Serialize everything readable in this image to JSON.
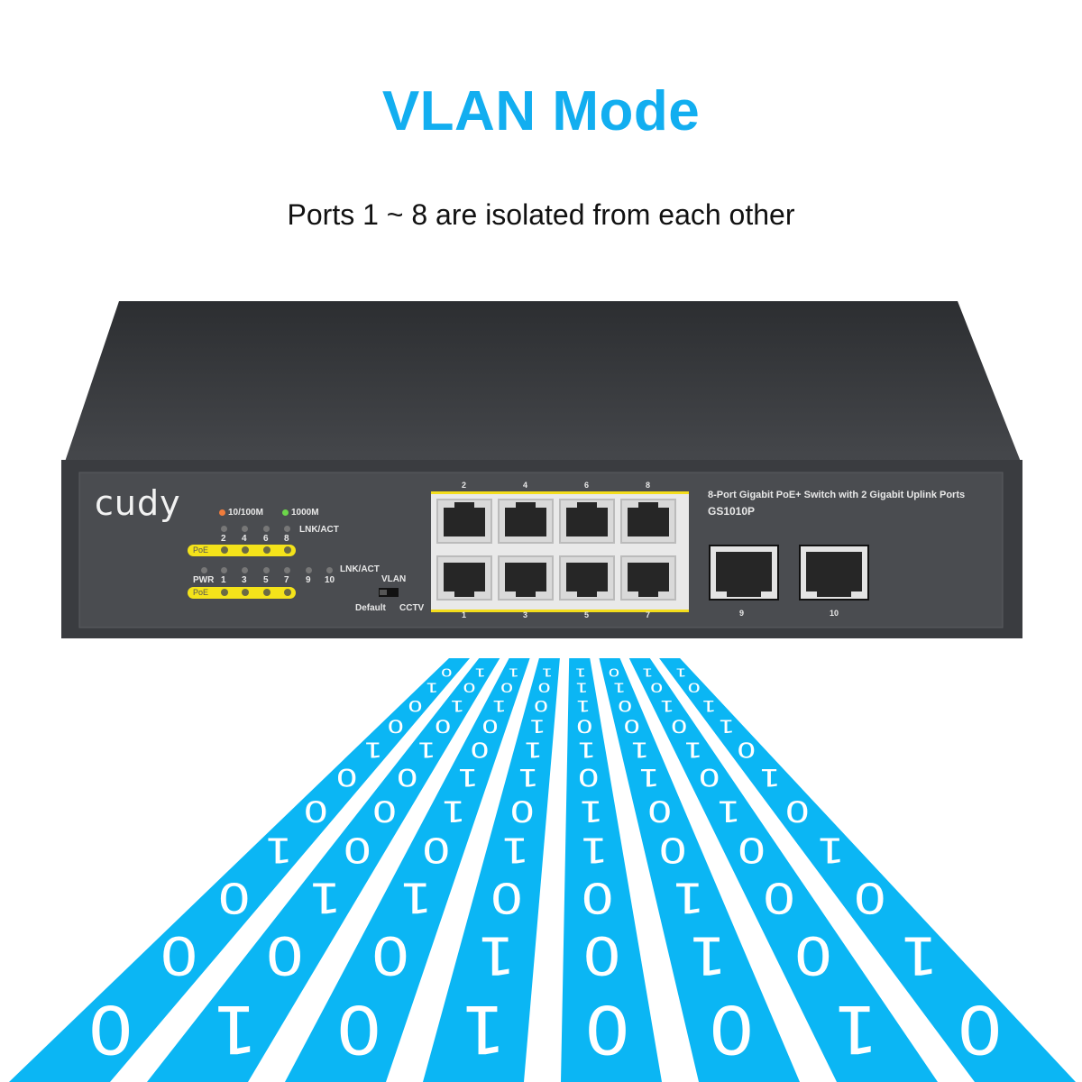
{
  "header": {
    "title": "VLAN Mode",
    "subtitle": "Ports 1 ~ 8 are isolated from each other"
  },
  "device": {
    "brand": "cudy",
    "description": "8-Port Gigabit PoE+ Switch with 2 Gigabit Uplink Ports",
    "model": "GS1010P",
    "legend": {
      "speed_low": "10/100M",
      "speed_high": "1000M",
      "speed_low_color": "#f07c3c",
      "speed_high_color": "#6cd64a"
    },
    "led_labels": {
      "lnk_act": "LNK/ACT",
      "poe": "PoE",
      "pwr": "PWR"
    },
    "top_led_numbers": [
      "2",
      "4",
      "6",
      "8"
    ],
    "bottom_led_numbers": [
      "1",
      "3",
      "5",
      "7",
      "9",
      "10"
    ],
    "dip_switch": {
      "title": "VLAN",
      "left": "Default",
      "right": "CCTV"
    },
    "top_port_numbers": [
      "2",
      "4",
      "6",
      "8"
    ],
    "bottom_port_numbers": [
      "1",
      "3",
      "5",
      "7"
    ],
    "uplink_port_numbers": [
      "9",
      "10"
    ],
    "poe_highlight_color": "#f4e31a"
  },
  "data_lanes": {
    "color": "#0bb6f4",
    "digits": [
      "00010010010",
      "10100010101",
      "00101100101",
      "11010111001",
      "00011010111",
      "01100110010",
      "10001010101",
      "01010101101"
    ]
  }
}
